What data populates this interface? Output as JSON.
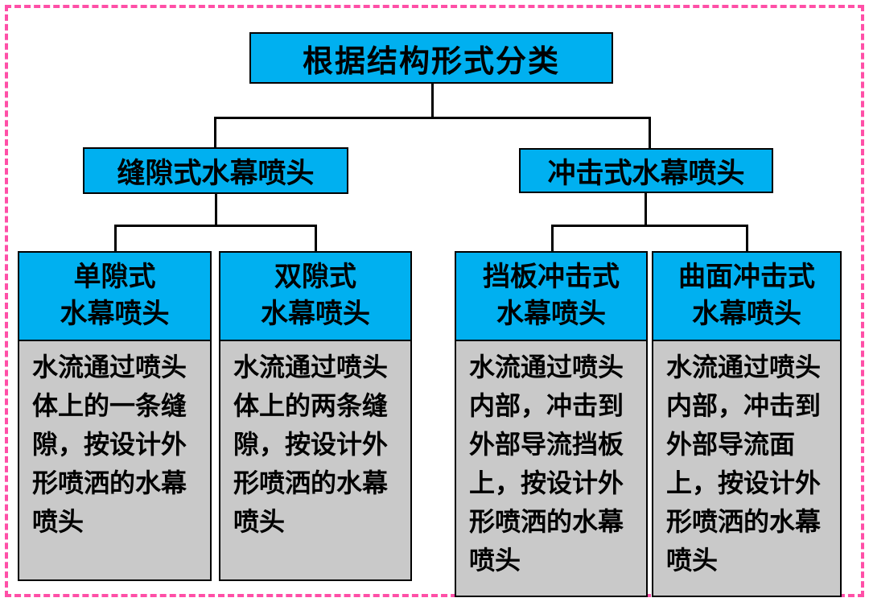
{
  "diagram": {
    "root": {
      "label": "根据结构形式分类"
    },
    "branches": [
      {
        "label": "缝隙式水幕喷头"
      },
      {
        "label": "冲击式水幕喷头"
      }
    ],
    "leaves": [
      {
        "title_line1": "单隙式",
        "title_line2": "水幕喷头",
        "desc": "水流通过喷头体上的一条缝隙，按设计外形喷洒的水幕喷头"
      },
      {
        "title_line1": "双隙式",
        "title_line2": "水幕喷头",
        "desc": "水流通过喷头体上的两条缝隙，按设计外形喷洒的水幕喷头"
      },
      {
        "title_line1": "挡板冲击式",
        "title_line2": "水幕喷头",
        "desc": "水流通过喷头内部，冲击到外部导流挡板上，按设计外形喷洒的水幕喷头"
      },
      {
        "title_line1": "曲面冲击式",
        "title_line2": "水幕喷头",
        "desc": "水流通过喷头内部，冲击到外部导流面上，按设计外形喷洒的水幕喷头"
      }
    ],
    "colors": {
      "header_bg": "#00b0f0",
      "body_bg": "#c9c9c9",
      "line": "#000000",
      "frame_dash": "#ff4fa7"
    }
  }
}
